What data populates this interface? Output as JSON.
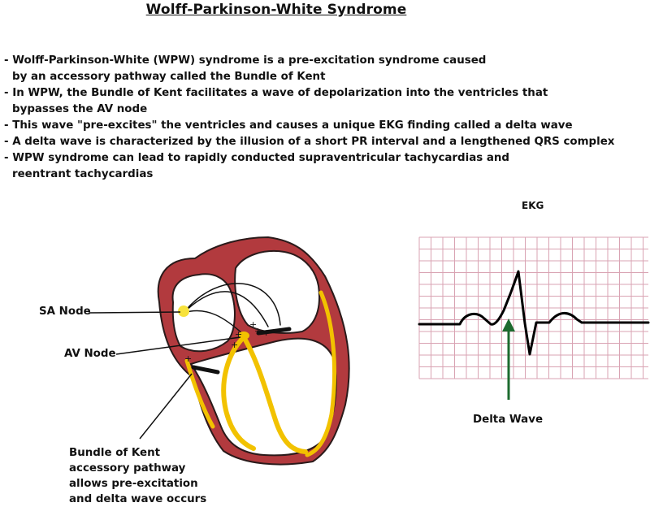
{
  "title": "Wolff-Parkinson-White Syndrome",
  "bullets": [
    {
      "line1": "- Wolff-Parkinson-White (WPW) syndrome is a pre-excitation syndrome caused",
      "line2": "by an accessory pathway called the Bundle of Kent"
    },
    {
      "line1": "- In WPW, the Bundle of Kent facilitates a wave of depolarization into the ventricles that",
      "line2": "bypasses the AV node"
    },
    {
      "line1": "- This wave \"pre-excites\" the ventricles and causes a unique EKG finding called a delta wave",
      "line2": ""
    },
    {
      "line1": "- A delta wave is characterized by the illusion of a short PR interval and a lengthened QRS complex",
      "line2": ""
    },
    {
      "line1": "- WPW syndrome can lead to rapidly conducted supraventricular tachycardias and",
      "line2": "reentrant tachycardias"
    }
  ],
  "labels": {
    "sa_node": "SA Node",
    "av_node": "AV Node",
    "ekg": "EKG",
    "delta_wave": "Delta Wave",
    "kent": [
      "Bundle of Kent",
      "accessory pathway",
      "allows pre-excitation",
      "and delta wave occurs"
    ]
  },
  "colors": {
    "myocardium": "#b23a3e",
    "conduction": "#f2c200",
    "node": "#f7e23b",
    "grid": "#d9a3b3",
    "arrow": "#1d6b2f",
    "trace": "#000000"
  }
}
